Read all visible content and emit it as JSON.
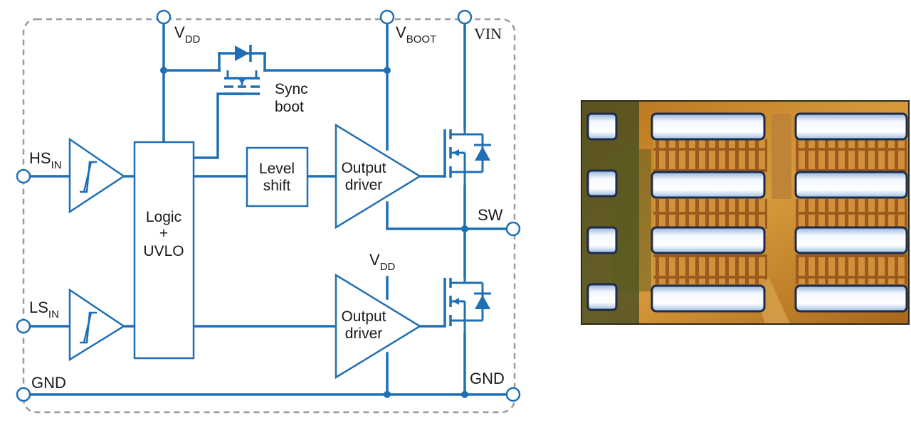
{
  "labels": {
    "vdd_top": "V",
    "vdd_top_sub": "DD",
    "vboot": "V",
    "vboot_sub": "BOOT",
    "vin": "VIN",
    "sync_boot_line1": "Sync",
    "sync_boot_line2": "boot",
    "hs_in": "HS",
    "hs_in_sub": "IN",
    "ls_in": "LS",
    "ls_in_sub": "IN",
    "logic_line1": "Logic",
    "logic_line2": "+",
    "logic_line3": "UVLO",
    "level_shift_line1": "Level",
    "level_shift_line2": "shift",
    "output_driver_top_line1": "Output",
    "output_driver_top_line2": "driver",
    "output_driver_bottom_line1": "Output",
    "output_driver_bottom_line2": "driver",
    "vdd_mid": "V",
    "vdd_mid_sub": "DD",
    "sw": "SW",
    "gnd_left": "GND",
    "gnd_right": "GND"
  },
  "colors": {
    "wire": "#1f6fb5",
    "border": "#9a9a9a",
    "die_copper": "#c98a2a",
    "die_pad": "#dfe9f5"
  }
}
